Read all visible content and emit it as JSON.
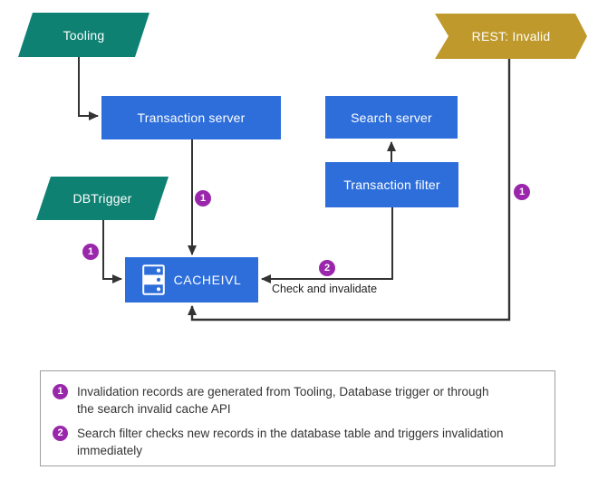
{
  "diagram": {
    "nodes": {
      "tooling": {
        "label": "Tooling"
      },
      "rest": {
        "label": "REST: Invalid"
      },
      "transaction_server": {
        "label": "Transaction server"
      },
      "search_server": {
        "label": "Search server"
      },
      "transaction_filter": {
        "label": "Transaction filter"
      },
      "dbtrigger": {
        "label": "DBTrigger"
      },
      "cacheivl": {
        "label": "CACHEIVL",
        "icon": "database-icon"
      }
    },
    "badges": {
      "transaction_to_cache": "1",
      "dbtrigger_to_cache": "1",
      "rest_to_cache": "1",
      "filter_to_cache": "2"
    },
    "edge_labels": {
      "check_and_invalidate": "Check and invalidate"
    },
    "colors": {
      "teal": "#0e8173",
      "blue": "#2d6eda",
      "gold": "#bf992b",
      "purple": "#9a27ab",
      "line": "#333333",
      "legend_border": "#9e9e9e",
      "text": "#333333"
    }
  },
  "legend": {
    "items": [
      {
        "number": "1",
        "lines": [
          "Invalidation records are generated from Tooling, Database trigger or through",
          "the search invalid cache API"
        ]
      },
      {
        "number": "2",
        "lines": [
          "Search filter checks new records in the database table and triggers invalidation",
          "immediately"
        ]
      }
    ]
  }
}
